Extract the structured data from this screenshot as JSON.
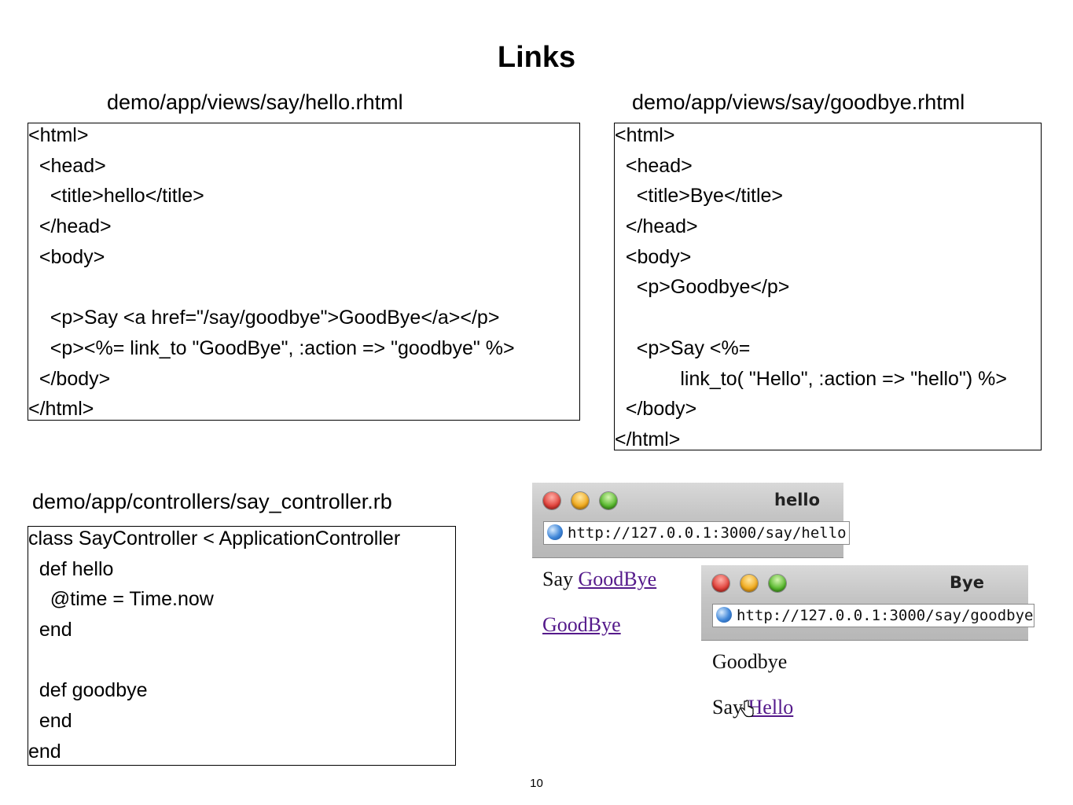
{
  "slide": {
    "title": "Links",
    "page_number": "10"
  },
  "hello_view": {
    "caption": "demo/app/views/say/hello.rhtml",
    "lines": [
      "<html>",
      "  <head>",
      "    <title>hello</title>",
      "  </head>",
      "  <body>",
      "",
      "    <p>Say <a href=\"/say/goodbye\">GoodBye</a></p>",
      "    <p><%= link_to \"GoodBye\", :action => \"goodbye\" %>",
      "  </body>",
      "</html>"
    ]
  },
  "goodbye_view": {
    "caption": "demo/app/views/say/goodbye.rhtml",
    "lines": [
      "<html>",
      "  <head>",
      "    <title>Bye</title>",
      "  </head>",
      "  <body>",
      "    <p>Goodbye</p>",
      "",
      "    <p>Say <%=",
      "            link_to( \"Hello\", :action => \"hello\") %>",
      "  </body>",
      "</html>"
    ]
  },
  "controller": {
    "caption": "demo/app/controllers/say_controller.rb",
    "lines": [
      "class SayController < ApplicationController",
      "  def hello",
      "    @time = Time.now",
      "  end",
      "",
      "  def goodbye",
      "  end",
      "end"
    ]
  },
  "browser_hello": {
    "window_title": "hello",
    "url": "http://127.0.0.1:3000/say/hello",
    "say_text": "Say",
    "link_text_1": "GoodBye",
    "link_text_2": "GoodBye"
  },
  "browser_bye": {
    "window_title": "Bye",
    "url": "http://127.0.0.1:3000/say/goodbye",
    "heading_text": "Goodbye",
    "say_text": "Say",
    "link_text": "Hello"
  },
  "icons": {
    "close": "close-button-icon",
    "minimize": "minimize-button-icon",
    "zoom": "zoom-button-icon",
    "globe": "globe-icon",
    "cursor": "hand-pointer-icon"
  },
  "colors": {
    "visited_link": "#551a8b"
  }
}
